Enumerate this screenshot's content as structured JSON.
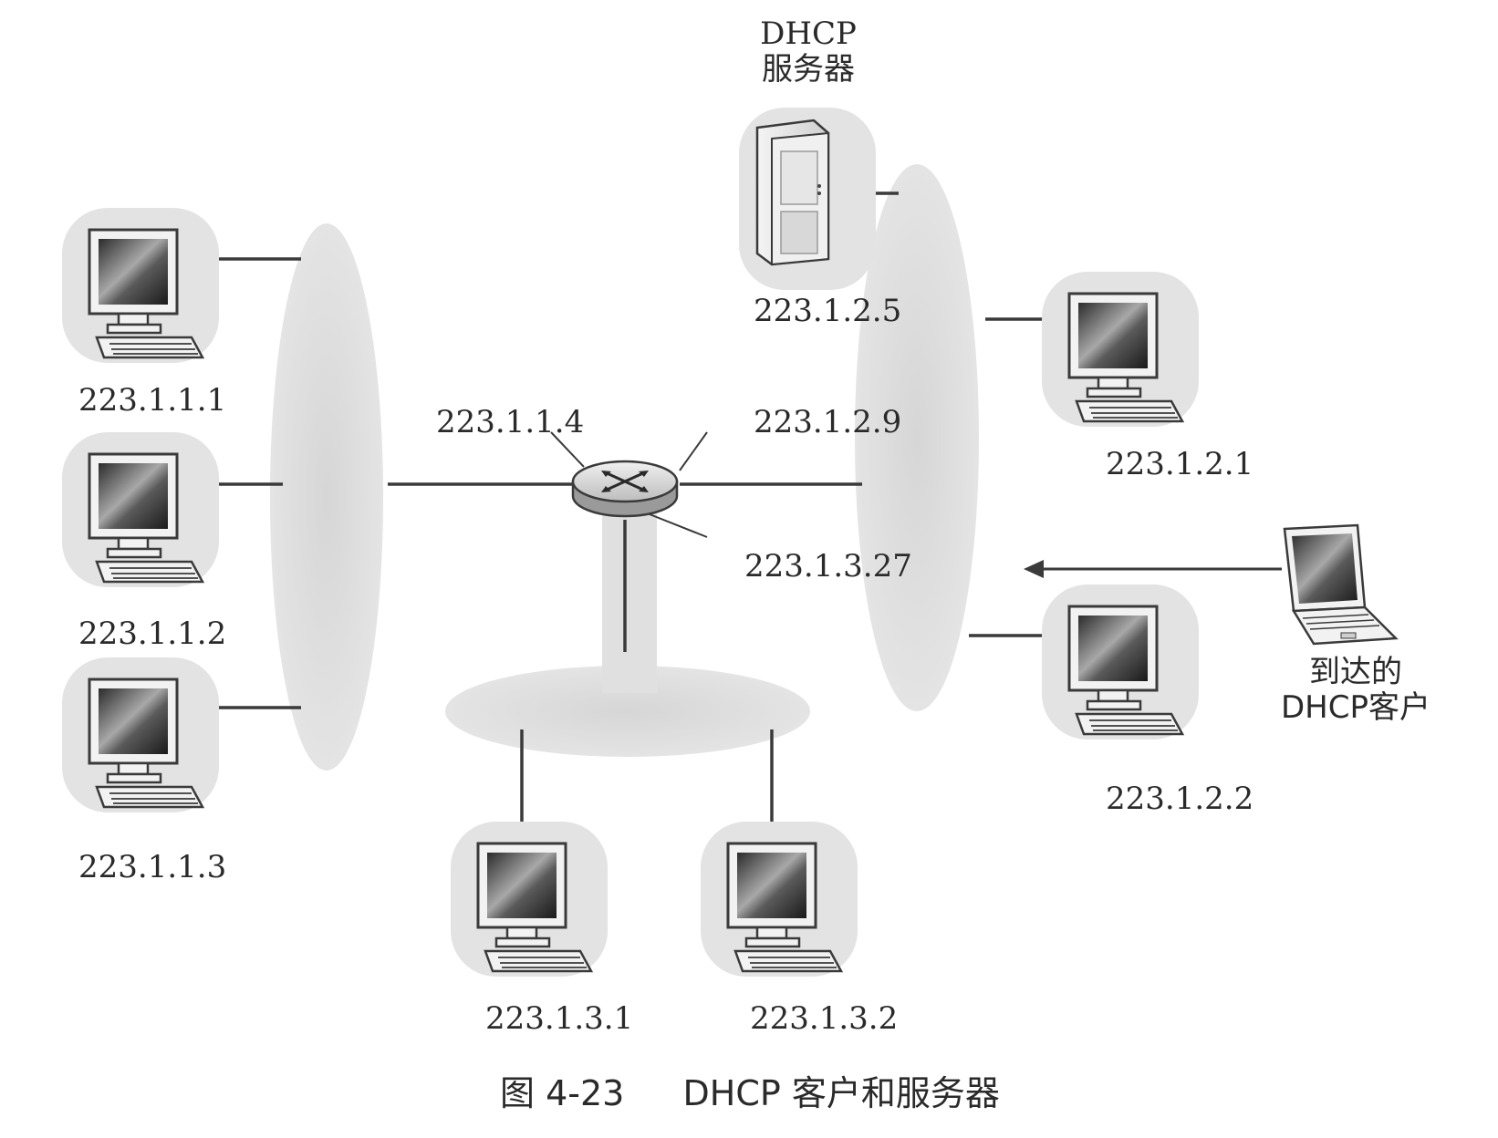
{
  "server": {
    "line1": "DHCP",
    "line2": "服务器",
    "ip": "223.1.2.5"
  },
  "router": {
    "ip_left": "223.1.1.4",
    "ip_right": "223.1.2.9",
    "ip_bottom": "223.1.3.27"
  },
  "subnet1_hosts": [
    "223.1.1.1",
    "223.1.1.2",
    "223.1.1.3"
  ],
  "subnet2_hosts": [
    "223.1.2.1",
    "223.1.2.2"
  ],
  "subnet3_hosts": [
    "223.1.3.1",
    "223.1.3.2"
  ],
  "client": {
    "line1": "到达的",
    "line2": "DHCP客户"
  },
  "caption": {
    "number": "图 4-23",
    "text": "DHCP 客户和服务器"
  }
}
